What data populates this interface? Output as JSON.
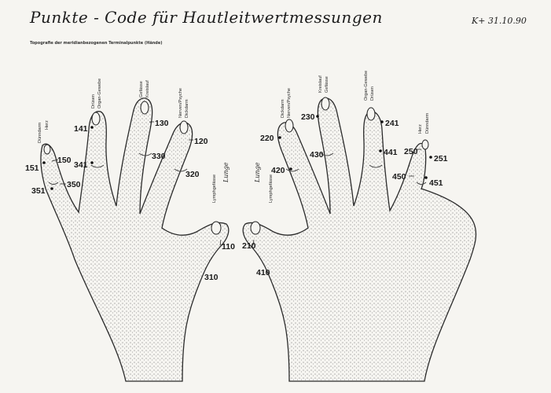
{
  "page": {
    "title": "Punkte - Code für Hautleitwertmessungen",
    "date": "K+ 31.10.90",
    "subtitle": "Topografie der meridianbezogenen Terminalpunkte (Hände)"
  },
  "left_hand": {
    "points": [
      "151",
      "150",
      "351",
      "350",
      "341",
      "141",
      "130",
      "330",
      "120",
      "320",
      "110",
      "310"
    ],
    "labels": {
      "little_a": "Dünndarm",
      "little_b": "Herz",
      "ring_a": "Drüsen",
      "ring_b": "Organ-Gewebe",
      "middle_a": "Gefässe",
      "middle_b": "Kreislauf",
      "index_a": "Nerven/Psyche",
      "index_b": "Dickdarm",
      "thumb_a": "Lymphgefässe",
      "thumb_b": "Lunge"
    }
  },
  "right_hand": {
    "points": [
      "210",
      "410",
      "220",
      "420",
      "230",
      "430",
      "241",
      "441",
      "250",
      "251",
      "450",
      "451"
    ],
    "labels": {
      "thumb_a": "Lunge",
      "thumb_b": "Lymphgefässe",
      "index_a": "Dickdarm",
      "index_b": "Nerven/Psyche",
      "middle_a": "Kreislauf",
      "middle_b": "Gefässe",
      "ring_a": "Organ-Gewebe",
      "ring_b": "Drüsen",
      "little_a": "Herz",
      "little_b": "Dünndarm"
    }
  },
  "colors": {
    "ink": "#1a1a1a",
    "paper": "#f6f5f1",
    "shade": "#b9b5ab"
  }
}
